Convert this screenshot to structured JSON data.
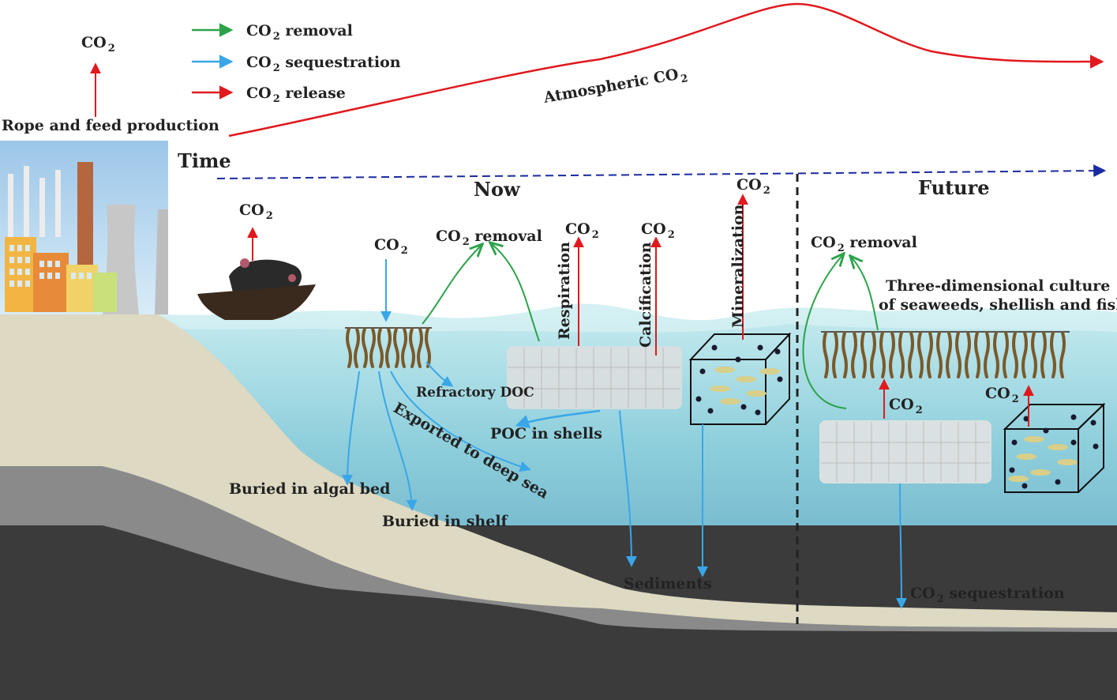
{
  "legend": {
    "removal": {
      "base": "CO",
      "sub": "2",
      "rest": " removal",
      "color": "#2ca24a"
    },
    "sequestration": {
      "base": "CO",
      "sub": "2",
      "rest": " sequestration",
      "color": "#3aa6e8"
    },
    "release": {
      "base": "CO",
      "sub": "2",
      "rest": " release",
      "color": "#e0191e"
    }
  },
  "top_left": {
    "co2": {
      "base": "CO",
      "sub": "2"
    },
    "rope_label": "Rope and feed production"
  },
  "atmospheric": {
    "base": "Atmospheric CO",
    "sub": "2"
  },
  "time_label": "Time",
  "sections": {
    "now": "Now",
    "future": "Future"
  },
  "now": {
    "boat_co2": {
      "base": "CO",
      "sub": "2"
    },
    "kelp_co2_in": {
      "base": "CO",
      "sub": "2"
    },
    "removal": {
      "base": "CO",
      "sub": "2",
      "rest": " removal"
    },
    "respiration_co2": {
      "base": "CO",
      "sub": "2"
    },
    "calcification_co2": {
      "base": "CO",
      "sub": "2"
    },
    "mineralization_co2": {
      "base": "CO",
      "sub": "2"
    },
    "respiration": "Respiration",
    "calcification": "Calcification",
    "mineralization": "Mineralization",
    "refractory_doc": "Refractory DOC",
    "poc_in_shells": "POC in shells",
    "exported": "Exported to deep sea",
    "buried_algal": "Buried in algal bed",
    "buried_shelf": "Buried in shelf",
    "sediments": "Sediments"
  },
  "future": {
    "removal": {
      "base": "CO",
      "sub": "2",
      "rest": " removal"
    },
    "culture_line1": "Three-dimensional culture",
    "culture_line2": "of seaweeds, shellish and fish",
    "shell_co2": {
      "base": "CO",
      "sub": "2"
    },
    "cage_co2": {
      "base": "CO",
      "sub": "2"
    },
    "sequestration": {
      "base": "CO",
      "sub": "2",
      "rest": " sequestration"
    }
  },
  "colors": {
    "sea_top": "#c8ecf0",
    "sea_bottom": "#4f98b8",
    "sand": "#ddd9c2",
    "rock_mid": "#8a8a8a",
    "rock_dark": "#3b3b3b",
    "green": "#2ca24a",
    "blue": "#3aa6e8",
    "red": "#e0191e",
    "navy": "#1a2aa0"
  }
}
